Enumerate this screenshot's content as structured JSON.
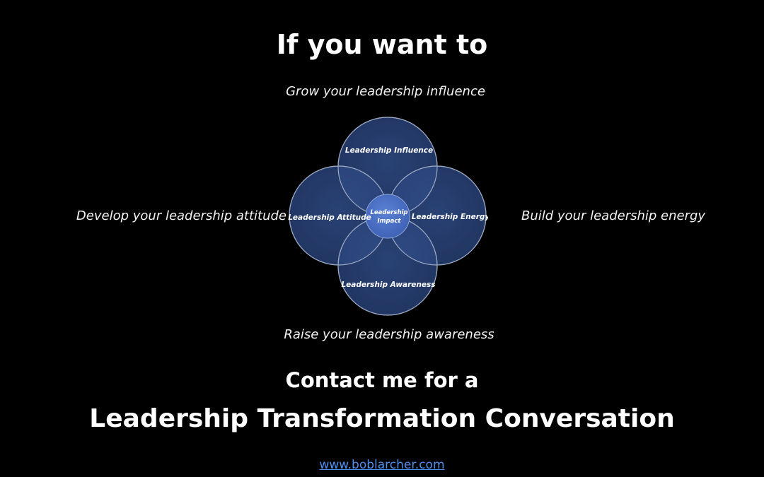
{
  "headline": "If you want to",
  "goals": {
    "top": "Grow your leadership influence",
    "left": "Develop your leadership attitude",
    "right": "Build your leadership energy",
    "bottom": "Raise your leadership awareness"
  },
  "venn": {
    "top": "Leadership Influence",
    "left": "Leadership Attitude",
    "right": "Leadership Energy",
    "bottom": "Leadership Awareness",
    "center_line1": "Leadership",
    "center_line2": "Impact",
    "colors": {
      "outer_fill": "#1f3460",
      "outer_stroke": "#9aa7c0",
      "center_fill": "#4a6fc4"
    }
  },
  "cta": {
    "line1": "Contact me for a",
    "line2": "Leadership Transformation Conversation"
  },
  "website": {
    "label": "www.boblarcher.com",
    "color": "#4f8ff0"
  }
}
